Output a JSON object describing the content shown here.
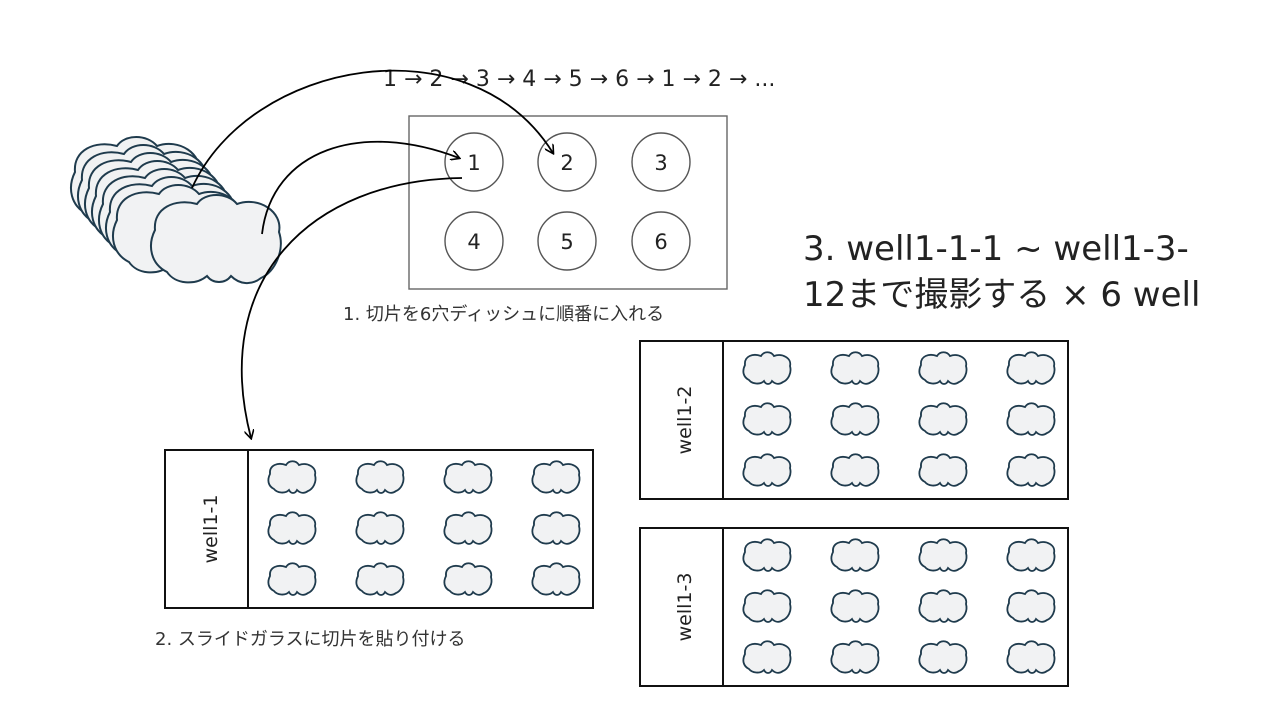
{
  "sequence_text": "1 → 2 → 3 → 4 → 5 → 6 → 1 → 2 → ...",
  "dish": {
    "wells": [
      "1",
      "2",
      "3",
      "4",
      "5",
      "6"
    ],
    "caption": "1. 切片を6穴ディッシュに順番に入れる"
  },
  "step3": {
    "line1": "3. well1-1-1 ~ well1-3-",
    "line2": "12まで撮影する × 6 well"
  },
  "slides": [
    {
      "label": "well1-1",
      "slice_count": 12
    },
    {
      "label": "well1-2",
      "slice_count": 12
    },
    {
      "label": "well1-3",
      "slice_count": 12
    }
  ],
  "slide_caption": "2. スライドガラスに切片を貼り付ける",
  "colors": {
    "slice_fill": "#f1f2f3",
    "slice_stroke": "#1f3b4d",
    "line": "#000000",
    "well_stroke": "#555555",
    "text": "#222222"
  }
}
